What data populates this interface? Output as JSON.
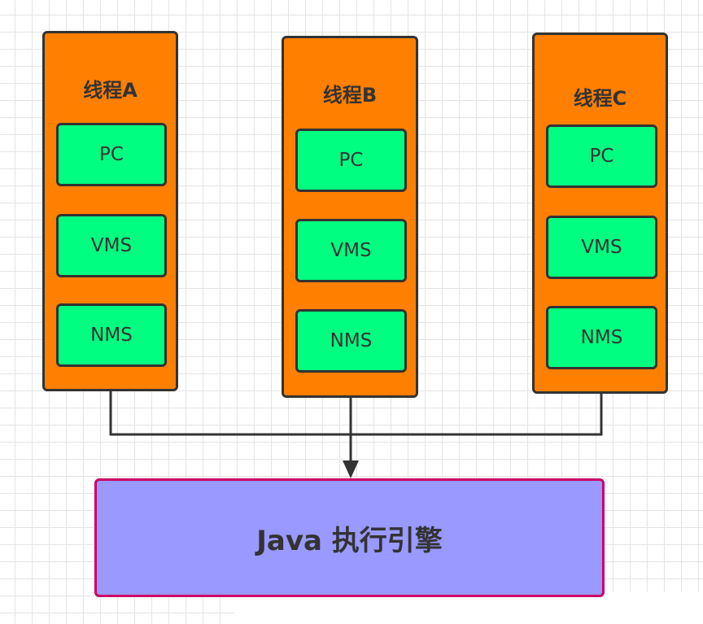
{
  "threads": [
    {
      "title": "线程A",
      "cells": [
        "PC",
        "VMS",
        "NMS"
      ]
    },
    {
      "title": "线程B",
      "cells": [
        "PC",
        "VMS",
        "NMS"
      ]
    },
    {
      "title": "线程C",
      "cells": [
        "PC",
        "VMS",
        "NMS"
      ]
    }
  ],
  "engine": {
    "label": "Java 执行引擎"
  },
  "colors": {
    "thread_fill": "#ff7f00",
    "cell_fill": "#00ff80",
    "engine_fill": "#9999ff",
    "engine_border": "#cc0066",
    "stroke": "#333333"
  }
}
